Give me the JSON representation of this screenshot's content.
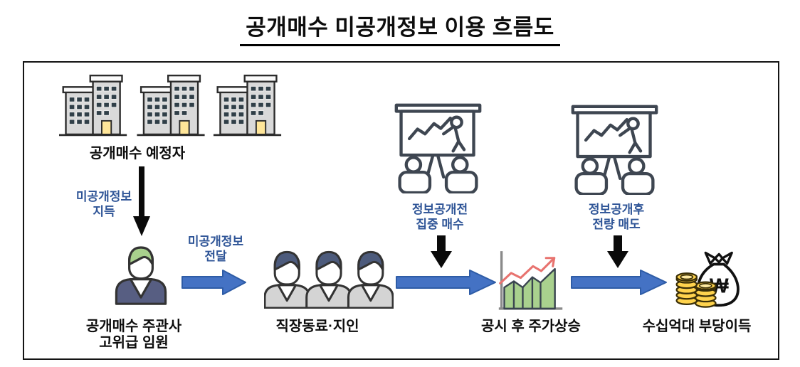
{
  "title": "공개매수 미공개정보 이용 흐름도",
  "colors": {
    "arrow_blue": "#4472C4",
    "label_blue": "#2F5597",
    "chart_green": "#A9D18E",
    "chart_red": "#E8736F",
    "coin_yellow": "#FFD34D",
    "hair_green": "#A8D08D",
    "suit_navy": "#575E82",
    "hair_navy": "#4D5B7C",
    "body_gray": "#D4D4D4",
    "building_gray": "#D9D9D9",
    "door_yellow": "#FFE699",
    "outline_ink": "#3E4651"
  },
  "nodes": {
    "bidders": {
      "label": "공개매수 예정자"
    },
    "executive": {
      "line1": "공개매수 주관사",
      "line2": "고위급 임원"
    },
    "colleagues": {
      "label": "직장동료·지인"
    },
    "price_rise": {
      "label": "공시 후 주가상승"
    },
    "profit": {
      "label": "수십억대 부당이득"
    }
  },
  "annotations": {
    "acquire": {
      "line1": "미공개정보",
      "line2": "지득"
    },
    "transfer": {
      "line1": "미공개정보",
      "line2": "전달"
    },
    "buy_before": {
      "line1": "정보공개전",
      "line2": "집중 매수"
    },
    "sell_after": {
      "line1": "정보공개후",
      "line2": "전량 매도"
    }
  },
  "icons": {
    "won_symbol": "₩"
  }
}
